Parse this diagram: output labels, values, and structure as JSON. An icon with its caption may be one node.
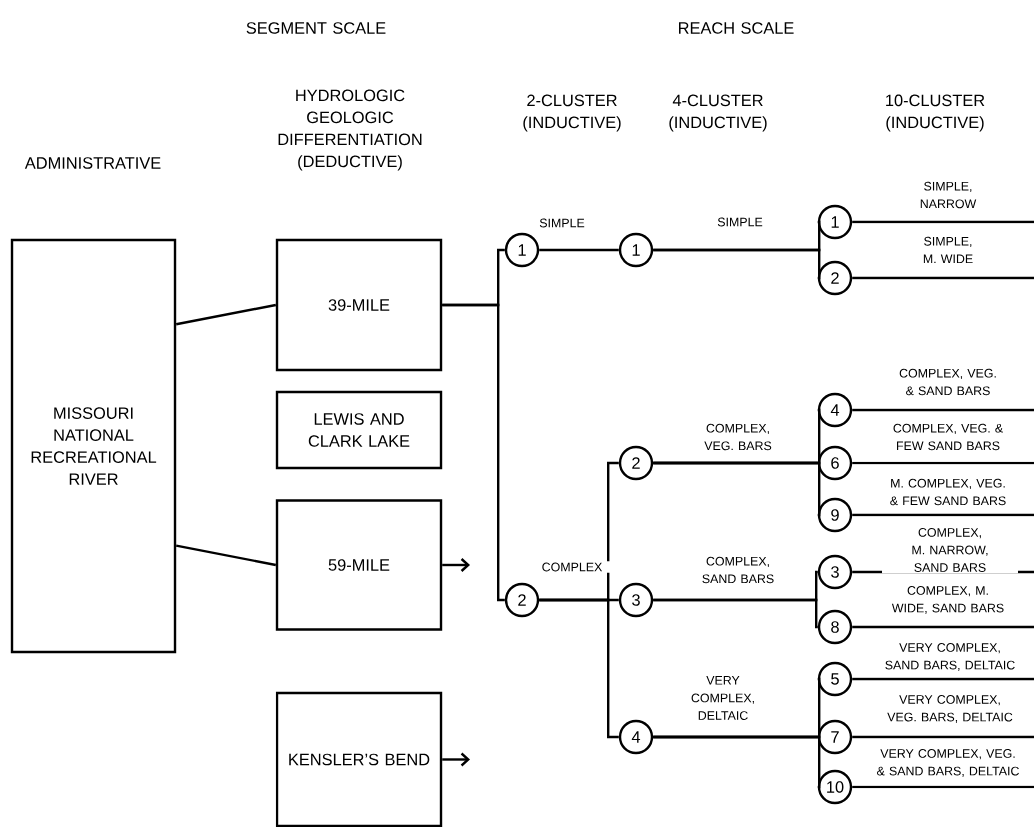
{
  "diagram": {
    "nodes": [
      {
        "text": [
          "MISSOURI NATIONAL RECREATIONAL RIVER"
        ]
      },
      {
        "text": [
          "39-MILE"
        ]
      },
      {
        "text": [
          "LEWIS AND CLARK LAKE"
        ]
      },
      {
        "text": [
          "59-MILE"
        ]
      },
      {
        "text": [
          "KENSLER’S BEND"
        ]
      },
      {
        "text": [
          "1"
        ]
      },
      {
        "text": [
          "2"
        ]
      },
      {
        "text": [
          "1"
        ]
      },
      {
        "text": [
          "2"
        ]
      },
      {
        "text": [
          "3"
        ]
      },
      {
        "text": [
          "4"
        ]
      },
      {
        "text": [
          "1"
        ]
      },
      {
        "text": [
          "2"
        ]
      },
      {
        "text": [
          "4"
        ]
      },
      {
        "text": [
          "6"
        ]
      },
      {
        "text": [
          "9"
        ]
      },
      {
        "text": [
          "3"
        ]
      },
      {
        "text": [
          "8"
        ]
      },
      {
        "text": [
          "5"
        ]
      },
      {
        "text": [
          "7"
        ]
      },
      {
        "text": [
          "10"
        ]
      }
    ],
    "edges": [
      {
        "from": 0,
        "to": 1,
        "arrow": "none"
      },
      {
        "from": 0,
        "to": 3,
        "arrow": "none"
      },
      {
        "from": 1,
        "to": 5,
        "arrow": "none"
      },
      {
        "from": 1,
        "to": 6,
        "arrow": "none"
      },
      {
        "from": 3,
        "to": null,
        "arrow": "to"
      },
      {
        "from": 4,
        "to": null,
        "arrow": "to"
      },
      {
        "from": 5,
        "to": 7,
        "arrow": "none",
        "label": "SIMPLE"
      },
      {
        "from": 6,
        "to": 8,
        "arrow": "none",
        "label": "COMPLEX"
      },
      {
        "from": 6,
        "to": 9,
        "arrow": "none"
      },
      {
        "from": 6,
        "to": 10,
        "arrow": "none"
      },
      {
        "from": 7,
        "to": 11,
        "arrow": "none",
        "label": "SIMPLE"
      },
      {
        "from": 7,
        "to": 12,
        "arrow": "none"
      },
      {
        "from": 8,
        "to": 13,
        "arrow": "none",
        "label": "COMPLEX, VEG. BARS"
      },
      {
        "from": 8,
        "to": 14,
        "arrow": "none"
      },
      {
        "from": 8,
        "to": 15,
        "arrow": "none"
      },
      {
        "from": 9,
        "to": 16,
        "arrow": "none",
        "label": "COMPLEX, SAND BARS"
      },
      {
        "from": 9,
        "to": 17,
        "arrow": "none"
      },
      {
        "from": 10,
        "to": 18,
        "arrow": "none",
        "label": "VERY COMPLEX, DELTAIC"
      },
      {
        "from": 10,
        "to": 19,
        "arrow": "none"
      },
      {
        "from": 10,
        "to": 20,
        "arrow": "none"
      },
      {
        "from": 11,
        "to": null,
        "arrow": "none",
        "label": "SIMPLE, NARROW"
      },
      {
        "from": 12,
        "to": null,
        "arrow": "none",
        "label": "SIMPLE, M. WIDE"
      },
      {
        "from": 13,
        "to": null,
        "arrow": "none",
        "label": "COMPLEX, VEG. & SAND BARS"
      },
      {
        "from": 14,
        "to": null,
        "arrow": "none",
        "label": "COMPLEX, VEG. & FEW SAND BARS"
      },
      {
        "from": 15,
        "to": null,
        "arrow": "none",
        "label": "M. COMPLEX, VEG. & FEW SAND BARS"
      },
      {
        "from": 16,
        "to": null,
        "arrow": "none",
        "label": "COMPLEX, M. NARROW, SAND BARS"
      },
      {
        "from": 17,
        "to": null,
        "arrow": "none",
        "label": "COMPLEX, M. WIDE, SAND BARS"
      },
      {
        "from": 18,
        "to": null,
        "arrow": "none",
        "label": "VERY COMPLEX, SAND BARS, DELTAIC"
      },
      {
        "from": 19,
        "to": null,
        "arrow": "none",
        "label": "VERY COMPLEX, VEG. BARS, DELTAIC"
      },
      {
        "from": 20,
        "to": null,
        "arrow": "none",
        "label": "VERY COMPLEX, VEG. & SAND BARS, DELTAIC"
      }
    ],
    "labels": [
      "SEGMENT SCALE",
      "REACH SCALE",
      "HYDROLOGIC GEOLOGIC DIFFERENTIATION (DEDUCTIVE)",
      "2-CLUSTER (INDUCTIVE)",
      "4-CLUSTER (INDUCTIVE)",
      "10-CLUSTER (INDUCTIVE)",
      "ADMINISTRATIVE"
    ]
  }
}
